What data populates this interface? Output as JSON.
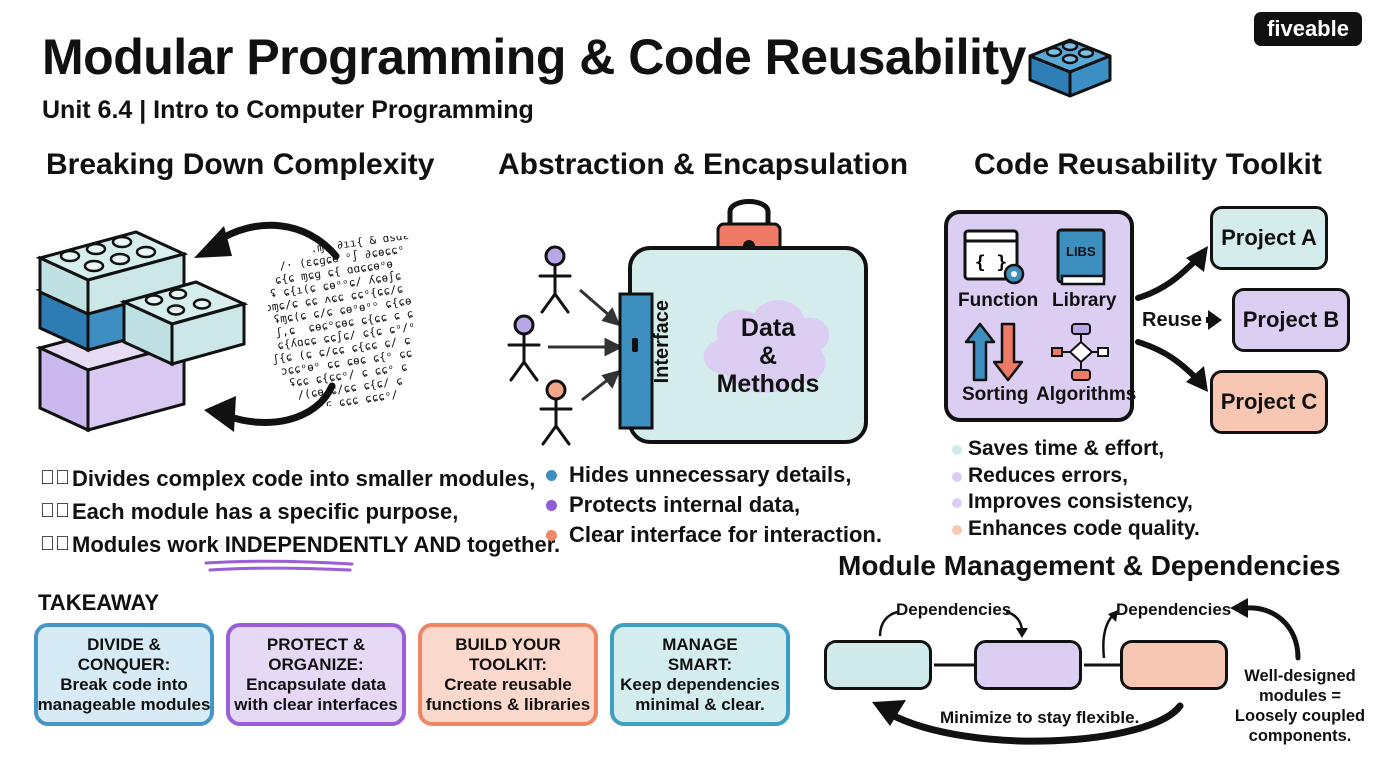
{
  "header": {
    "title": "Modular Programming & Code Reusability",
    "subtitle": "Unit 6.4 | Intro to Computer Programming",
    "logo": "fiveable"
  },
  "breaking": {
    "heading": "Breaking Down Complexity",
    "bullets": [
      "Divides complex code into smaller modules,",
      "Each module has a specific purpose,",
      "Modules work INDEPENDENTLY AND together."
    ],
    "emphasis": "INDEPENDENTLY",
    "bullet3_after": " AND together.",
    "bullet3_before": "Modules work "
  },
  "abstraction": {
    "heading": "Abstraction & Encapsulation",
    "interface_label": "Interface",
    "data_label_1": "Data",
    "data_label_2": "&",
    "data_label_3": "Methods",
    "bullets": [
      "Hides unnecessary details,",
      "Protects internal data,",
      "Clear interface for interaction."
    ]
  },
  "toolkit": {
    "heading": "Code Reusability Toolkit",
    "items": [
      "Function",
      "Library",
      "Sorting",
      "Algorithms"
    ],
    "libs_text": "LIBS",
    "reuse_label": "Reuse",
    "projects": [
      "Project A",
      "Project B",
      "Project C"
    ],
    "bullets": [
      "Saves time & effort,",
      "Reduces errors,",
      "Improves consistency,",
      "Enhances code quality."
    ]
  },
  "takeaway": {
    "label": "TAKEAWAY",
    "cards": [
      {
        "lines": [
          "DIVIDE &",
          "CONQUER:",
          "Break code into",
          "manageable modules"
        ]
      },
      {
        "lines": [
          "PROTECT &",
          "ORGANIZE:",
          "Encapsulate data",
          "with clear interfaces"
        ]
      },
      {
        "lines": [
          "BUILD YOUR",
          "TOOLKIT:",
          "Create reusable",
          "functions & libraries"
        ]
      },
      {
        "lines": [
          "MANAGE",
          "SMART:",
          "Keep dependencies",
          "minimal & clear."
        ]
      }
    ]
  },
  "modules": {
    "heading": "Module Management & Dependencies",
    "dep_label_1": "Dependencies",
    "dep_label_2": "Dependencies",
    "minimize": "Minimize to stay flexible.",
    "well_designed": [
      "Well-designed",
      "modules =",
      "Loosely coupled",
      "components."
    ]
  },
  "colors": {
    "teal": "#cfeaea",
    "blue": "#3d8fc0",
    "purple": "#dccdf3",
    "purple_dark": "#8e5cd6",
    "salmon": "#f8c7b4",
    "salmon_dark": "#ee8a6a",
    "card_blue_bg": "#d6ebf5",
    "card_blue_border": "#4596c6",
    "card_purple_bg": "#e6d9f6",
    "card_purple_border": "#9a5ed8",
    "card_salmon_bg": "#fbd8cc",
    "card_salmon_border": "#ee8664",
    "card_teal_bg": "#d4eef0",
    "card_teal_border": "#3f9ec2",
    "lock": "#ef7b67"
  }
}
